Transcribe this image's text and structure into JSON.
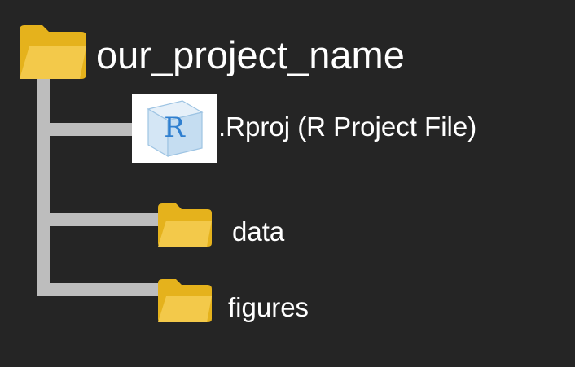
{
  "root": {
    "name": "our_project_name",
    "icon": "folder-icon"
  },
  "children": [
    {
      "name": ".Rproj (R Project File)",
      "icon": "r-project-icon",
      "icon_letter": "R"
    },
    {
      "name": "data",
      "icon": "folder-icon"
    },
    {
      "name": "figures",
      "icon": "folder-icon"
    }
  ],
  "colors": {
    "background": "#252525",
    "connector": "#bdbdbd",
    "folder_back": "#e5b21c",
    "folder_front": "#f3c94a",
    "text": "#ffffff",
    "r_letter": "#2f7fd0"
  }
}
